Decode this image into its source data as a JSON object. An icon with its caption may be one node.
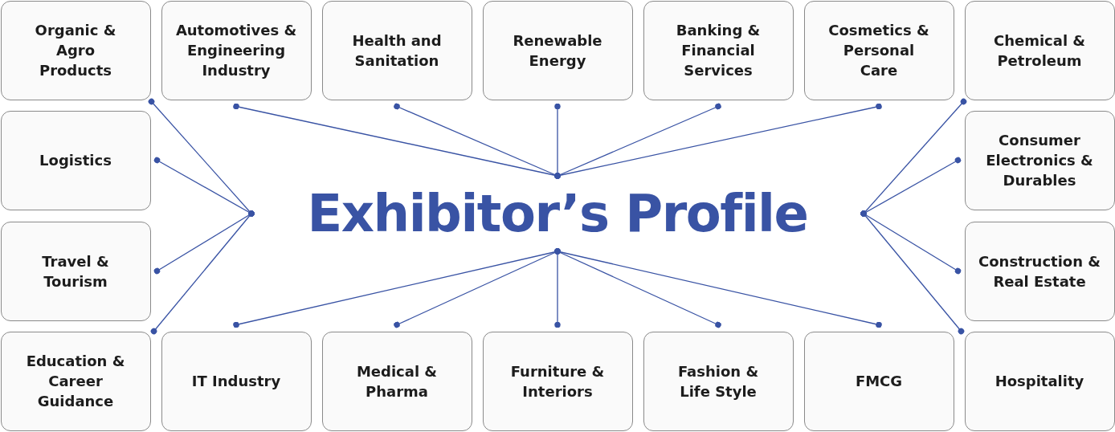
{
  "diagram": {
    "nodes": [
      {
        "text": [
          "Organic & Agro Products"
        ]
      },
      {
        "text": [
          "Automotives & Engineering Industry"
        ]
      },
      {
        "text": [
          "Health and Sanitation"
        ]
      },
      {
        "text": [
          "Renewable Energy"
        ]
      },
      {
        "text": [
          "Banking & Financial Services"
        ]
      },
      {
        "text": [
          "Cosmetics & Personal Care"
        ]
      },
      {
        "text": [
          "Chemical & Petroleum"
        ]
      },
      {
        "text": [
          "Logistics"
        ]
      },
      {
        "text": [
          "Exhibitor’s Profile"
        ]
      },
      {
        "text": [
          "Consumer Electronics & Durables"
        ]
      },
      {
        "text": [
          "Travel & Tourism"
        ]
      },
      {
        "text": [
          "Construction & Real Estate"
        ]
      },
      {
        "text": [
          "Education & Career Guidance"
        ]
      },
      {
        "text": [
          "IT Industry"
        ]
      },
      {
        "text": [
          "Medical & Pharma"
        ]
      },
      {
        "text": [
          "Furniture & Interiors"
        ]
      },
      {
        "text": [
          "Fashion & Life Style"
        ]
      },
      {
        "text": [
          "FMCG"
        ]
      },
      {
        "text": [
          "Hospitality"
        ]
      }
    ],
    "edges": [
      {
        "from": 8,
        "to": 0,
        "arrow": "other"
      },
      {
        "from": 8,
        "to": 1,
        "arrow": "other"
      },
      {
        "from": 8,
        "to": 2,
        "arrow": "other"
      },
      {
        "from": 8,
        "to": 3,
        "arrow": "other"
      },
      {
        "from": 8,
        "to": 4,
        "arrow": "other"
      },
      {
        "from": 8,
        "to": 5,
        "arrow": "other"
      },
      {
        "from": 8,
        "to": 6,
        "arrow": "other"
      },
      {
        "from": 8,
        "to": 7,
        "arrow": "other"
      },
      {
        "from": 8,
        "to": 9,
        "arrow": "other"
      },
      {
        "from": 8,
        "to": 10,
        "arrow": "other"
      },
      {
        "from": 8,
        "to": 11,
        "arrow": "other"
      },
      {
        "from": 8,
        "to": 12,
        "arrow": "other"
      },
      {
        "from": 8,
        "to": 13,
        "arrow": "other"
      },
      {
        "from": 8,
        "to": 14,
        "arrow": "other"
      },
      {
        "from": 8,
        "to": 15,
        "arrow": "other"
      },
      {
        "from": 8,
        "to": 16,
        "arrow": "other"
      },
      {
        "from": 8,
        "to": 17,
        "arrow": "other"
      },
      {
        "from": 8,
        "to": 18,
        "arrow": "other"
      }
    ]
  }
}
